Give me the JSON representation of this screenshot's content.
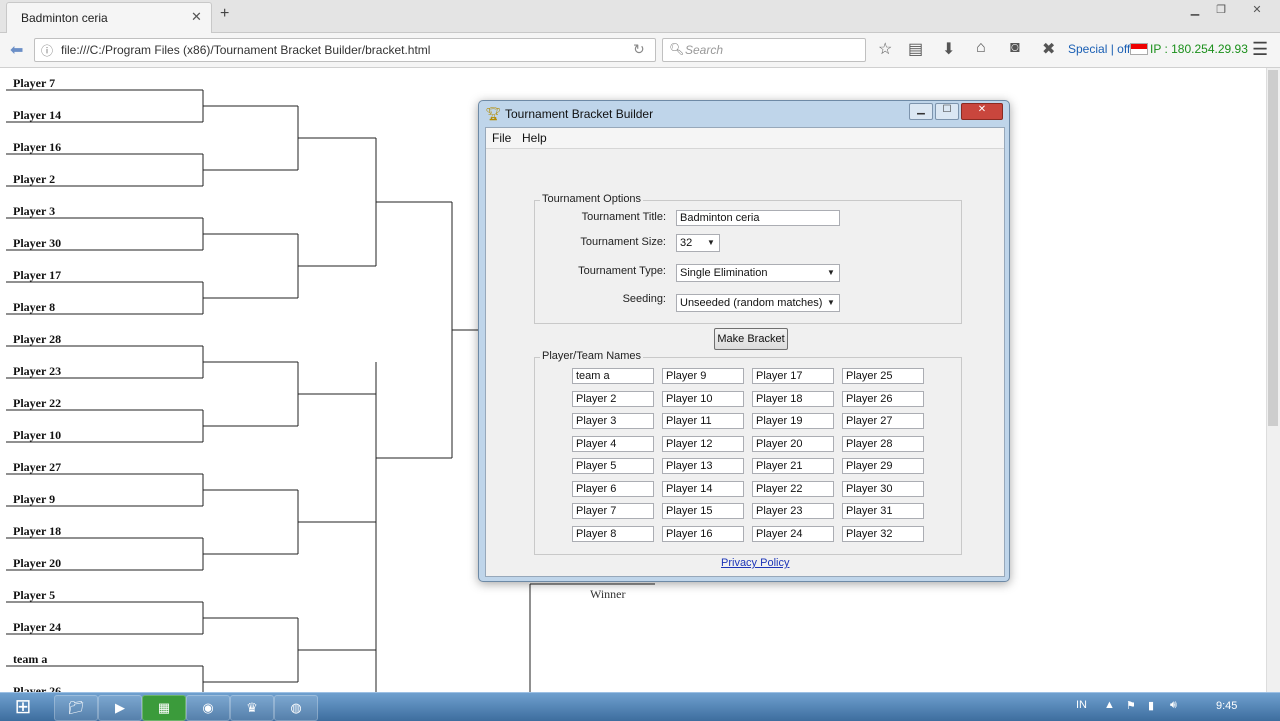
{
  "browser": {
    "tab_title": "Badminton ceria",
    "tab_close": "✕",
    "new_tab": "+",
    "url": "file:///C:/Program Files (x86)/Tournament Bracket Builder/bracket.html",
    "search_placeholder": "Search",
    "special": "Special | off",
    "ip": "IP : 180.254.29.93"
  },
  "bracket": {
    "players": [
      "Player 7",
      "Player 14",
      "Player 16",
      "Player 2",
      "Player 3",
      "Player 30",
      "Player 17",
      "Player 8",
      "Player 28",
      "Player 23",
      "Player 22",
      "Player 10",
      "Player 27",
      "Player 9",
      "Player 18",
      "Player 20",
      "Player 5",
      "Player 24",
      "team a",
      "Player 26"
    ],
    "winner_label": "Winner"
  },
  "dialog": {
    "title": "Tournament Bracket Builder",
    "menu": {
      "file": "File",
      "help": "Help"
    },
    "options": {
      "legend": "Tournament Options",
      "title_label": "Tournament Title:",
      "title_value": "Badminton ceria",
      "size_label": "Tournament Size:",
      "size_value": "32",
      "type_label": "Tournament Type:",
      "type_value": "Single Elimination",
      "seeding_label": "Seeding:",
      "seeding_value": "Unseeded (random matches)"
    },
    "make_bracket": "Make Bracket",
    "names": {
      "legend": "Player/Team Names",
      "entries": [
        "team a",
        "Player 2",
        "Player 3",
        "Player 4",
        "Player 5",
        "Player 6",
        "Player 7",
        "Player 8",
        "Player 9",
        "Player 10",
        "Player 11",
        "Player 12",
        "Player 13",
        "Player 14",
        "Player 15",
        "Player 16",
        "Player 17",
        "Player 18",
        "Player 19",
        "Player 20",
        "Player 21",
        "Player 22",
        "Player 23",
        "Player 24",
        "Player 25",
        "Player 26",
        "Player 27",
        "Player 28",
        "Player 29",
        "Player 30",
        "Player 31",
        "Player 32"
      ]
    },
    "privacy_policy": "Privacy Policy"
  },
  "taskbar": {
    "lang": "IN",
    "clock": "9:45"
  }
}
